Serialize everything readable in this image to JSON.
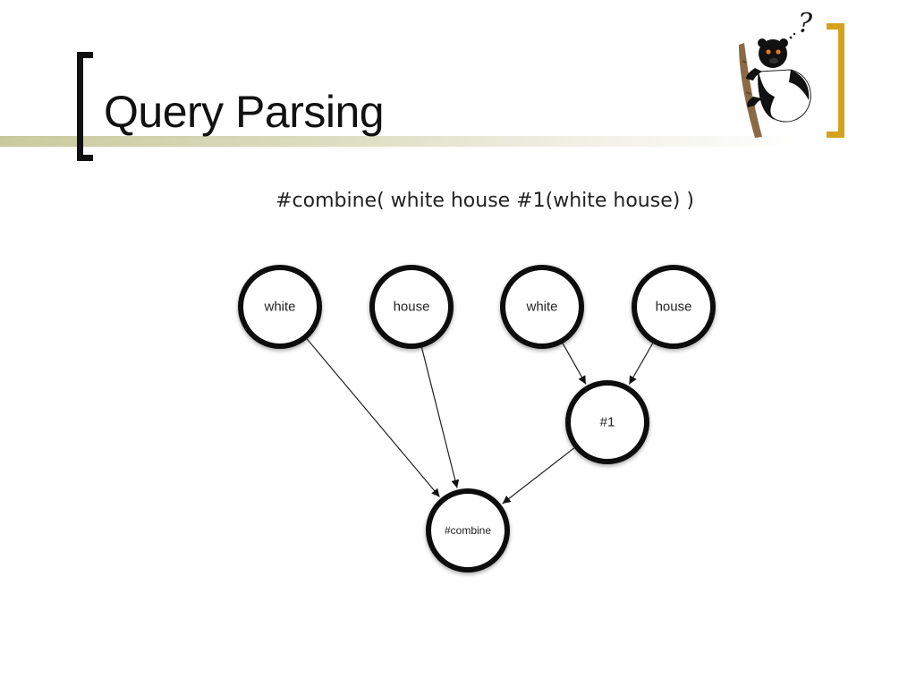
{
  "slide": {
    "title": "Query Parsing",
    "query": "#combine( white house #1(white house) )"
  },
  "logo": {
    "icon": "lemur-question-icon",
    "glyph": "?"
  },
  "colors": {
    "accent_bracket": "#d4a21e",
    "dark_bracket": "#111111",
    "rule": "#c9ca9c"
  },
  "diagram": {
    "nodes": [
      {
        "id": "white1",
        "label": "white"
      },
      {
        "id": "house1",
        "label": "house"
      },
      {
        "id": "white2",
        "label": "white"
      },
      {
        "id": "house2",
        "label": "house"
      },
      {
        "id": "op1",
        "label": "#1"
      },
      {
        "id": "combine",
        "label": "#combine"
      }
    ],
    "edges": [
      {
        "from": "white1",
        "to": "combine"
      },
      {
        "from": "house1",
        "to": "combine"
      },
      {
        "from": "white2",
        "to": "op1"
      },
      {
        "from": "house2",
        "to": "op1"
      },
      {
        "from": "op1",
        "to": "combine"
      }
    ]
  }
}
